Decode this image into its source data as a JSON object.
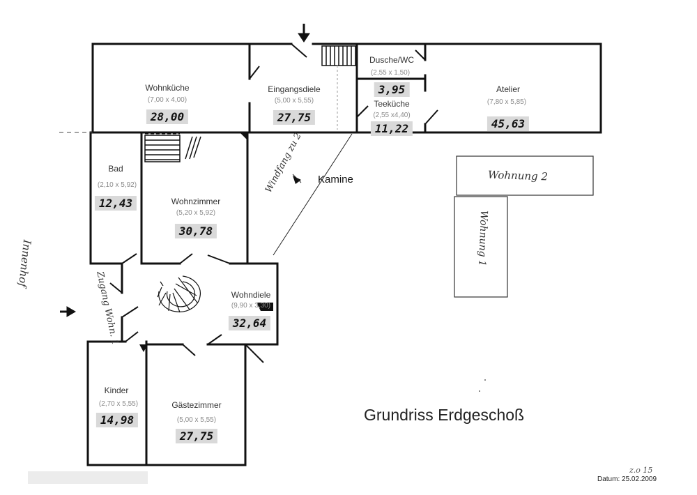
{
  "title": "Grundriss Erdgeschoß",
  "rooms": {
    "wohnkueche": {
      "name": "Wohnküche",
      "dims": "(7,00 x 4,00)",
      "area": "28,00"
    },
    "eingangsdiele": {
      "name": "Eingangsdiele",
      "dims": "(5,00 x 5,55)",
      "area": "27,75"
    },
    "dusche": {
      "name": "Dusche/WC",
      "dims": "(2,55 x 1,50)",
      "area": "3,95"
    },
    "teekueche": {
      "name": "Teeküche",
      "dims": "(2,55 x4,40)",
      "area": "11,22"
    },
    "atelier": {
      "name": "Atelier",
      "dims": "(7,80 x 5,85)",
      "area": "45,63"
    },
    "bad": {
      "name": "Bad",
      "dims": "(2,10 x 5,92)",
      "area": "12,43"
    },
    "wohnzimmer": {
      "name": "Wohnzimmer",
      "dims": "(5,20 x 5,92)",
      "area": "30,78"
    },
    "wohndiele": {
      "name": "Wohndiele",
      "dims": "(9,90 x 3,30)",
      "area": "32,64"
    },
    "kinder": {
      "name": "Kinder",
      "dims": "(2,70 x 5,55)",
      "area": "14,98"
    },
    "gaestezimmer": {
      "name": "Gästezimmer",
      "dims": "(5,00 x 5,55)",
      "area": "27,75"
    }
  },
  "annotations": {
    "kamine": "Kamine",
    "windfang": "Windfang zu 2",
    "zugang": "Zugang Wohn. 1",
    "innenhof": "Innenhof",
    "wohnung1": "Wohnung 1",
    "wohnung2": "Wohnung 2"
  },
  "footer": {
    "datum": "Datum: 25.02.2009",
    "code": "z.o 15"
  }
}
